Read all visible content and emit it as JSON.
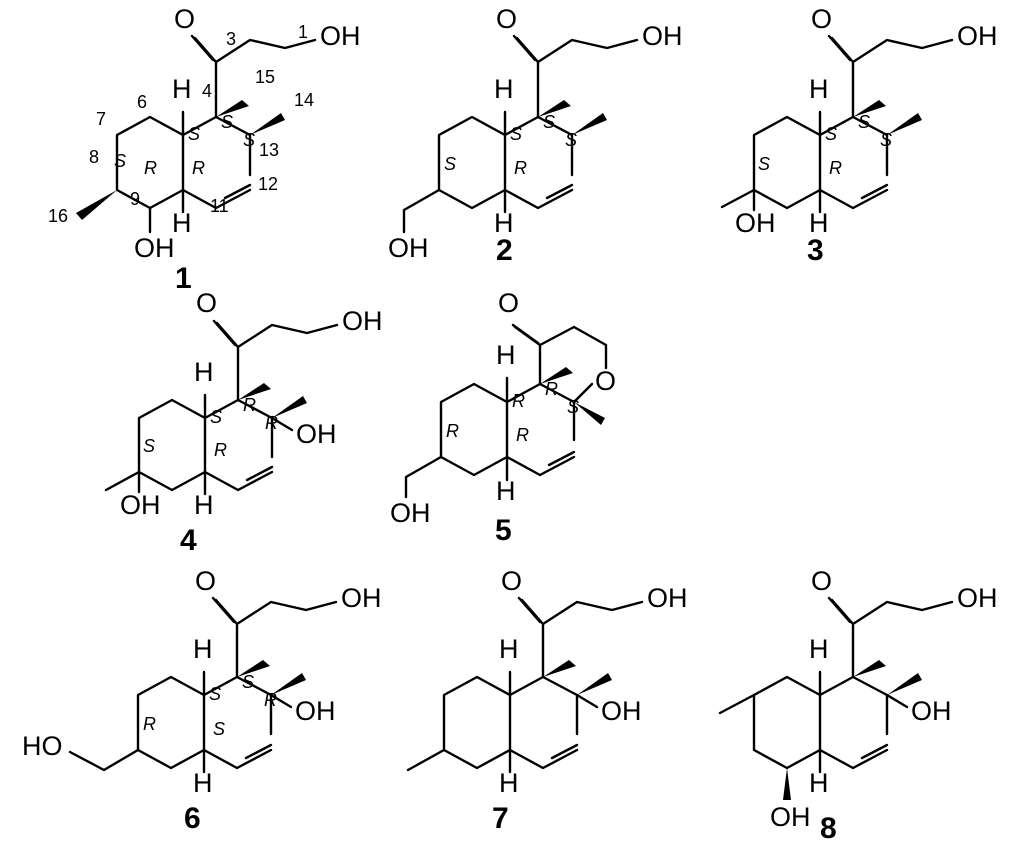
{
  "atoms": {
    "oxygen": "O",
    "hydroxyl": "OH",
    "hydroxyl_left": "HO",
    "hydrogen": "H"
  },
  "compounds": [
    {
      "label": "1",
      "locants": [
        "1",
        "3",
        "4",
        "6",
        "7",
        "8",
        "9",
        "11",
        "12",
        "13",
        "14",
        "15",
        "16"
      ],
      "stereo": [
        "S",
        "S",
        "S",
        "S",
        "R",
        "R"
      ]
    },
    {
      "label": "2",
      "stereo": [
        "S",
        "S",
        "S",
        "S",
        "R"
      ]
    },
    {
      "label": "3",
      "stereo": [
        "S",
        "S",
        "S",
        "S",
        "R"
      ]
    },
    {
      "label": "4",
      "stereo": [
        "S",
        "R",
        "R",
        "S",
        "R"
      ]
    },
    {
      "label": "5",
      "stereo": [
        "R",
        "R",
        "S",
        "R",
        "R"
      ]
    },
    {
      "label": "6",
      "stereo": [
        "S",
        "S",
        "R",
        "R",
        "S"
      ]
    },
    {
      "label": "7",
      "stereo": []
    },
    {
      "label": "8",
      "stereo": []
    }
  ]
}
